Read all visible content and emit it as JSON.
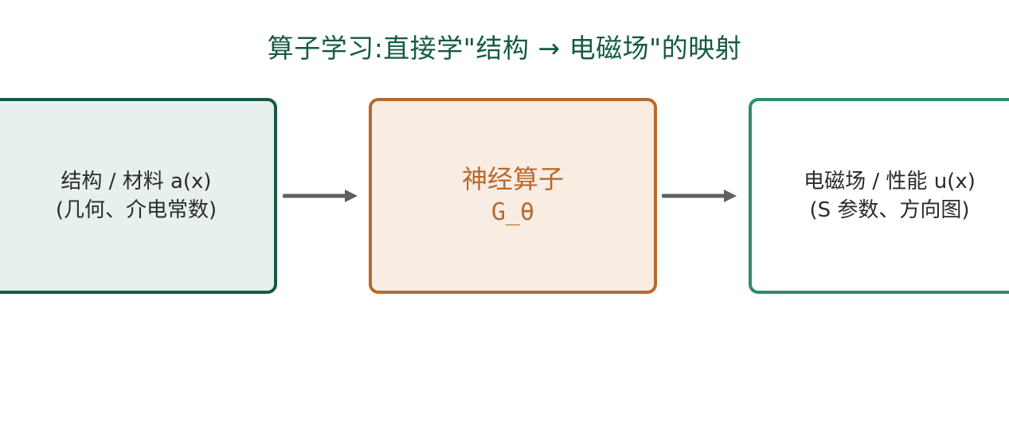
{
  "title": "算子学习:直接学\"结构 → 电磁场\"的映射",
  "nodes": {
    "input": {
      "line1": "结构 / 材料 a(x)",
      "line2": "(几何、介电常数)"
    },
    "operator": {
      "line1": "神经算子",
      "line2": "G_θ"
    },
    "output": {
      "line1": "电磁场 / 性能 u(x)",
      "line2": "(S 参数、方向图)"
    }
  },
  "colors": {
    "title": "#155a45",
    "input_border": "#17584a",
    "input_fill": "#e7f0ec",
    "operator_border": "#b86a2c",
    "operator_fill": "#f9ece3",
    "output_border": "#2f8a6f",
    "arrow": "#5c6166"
  }
}
